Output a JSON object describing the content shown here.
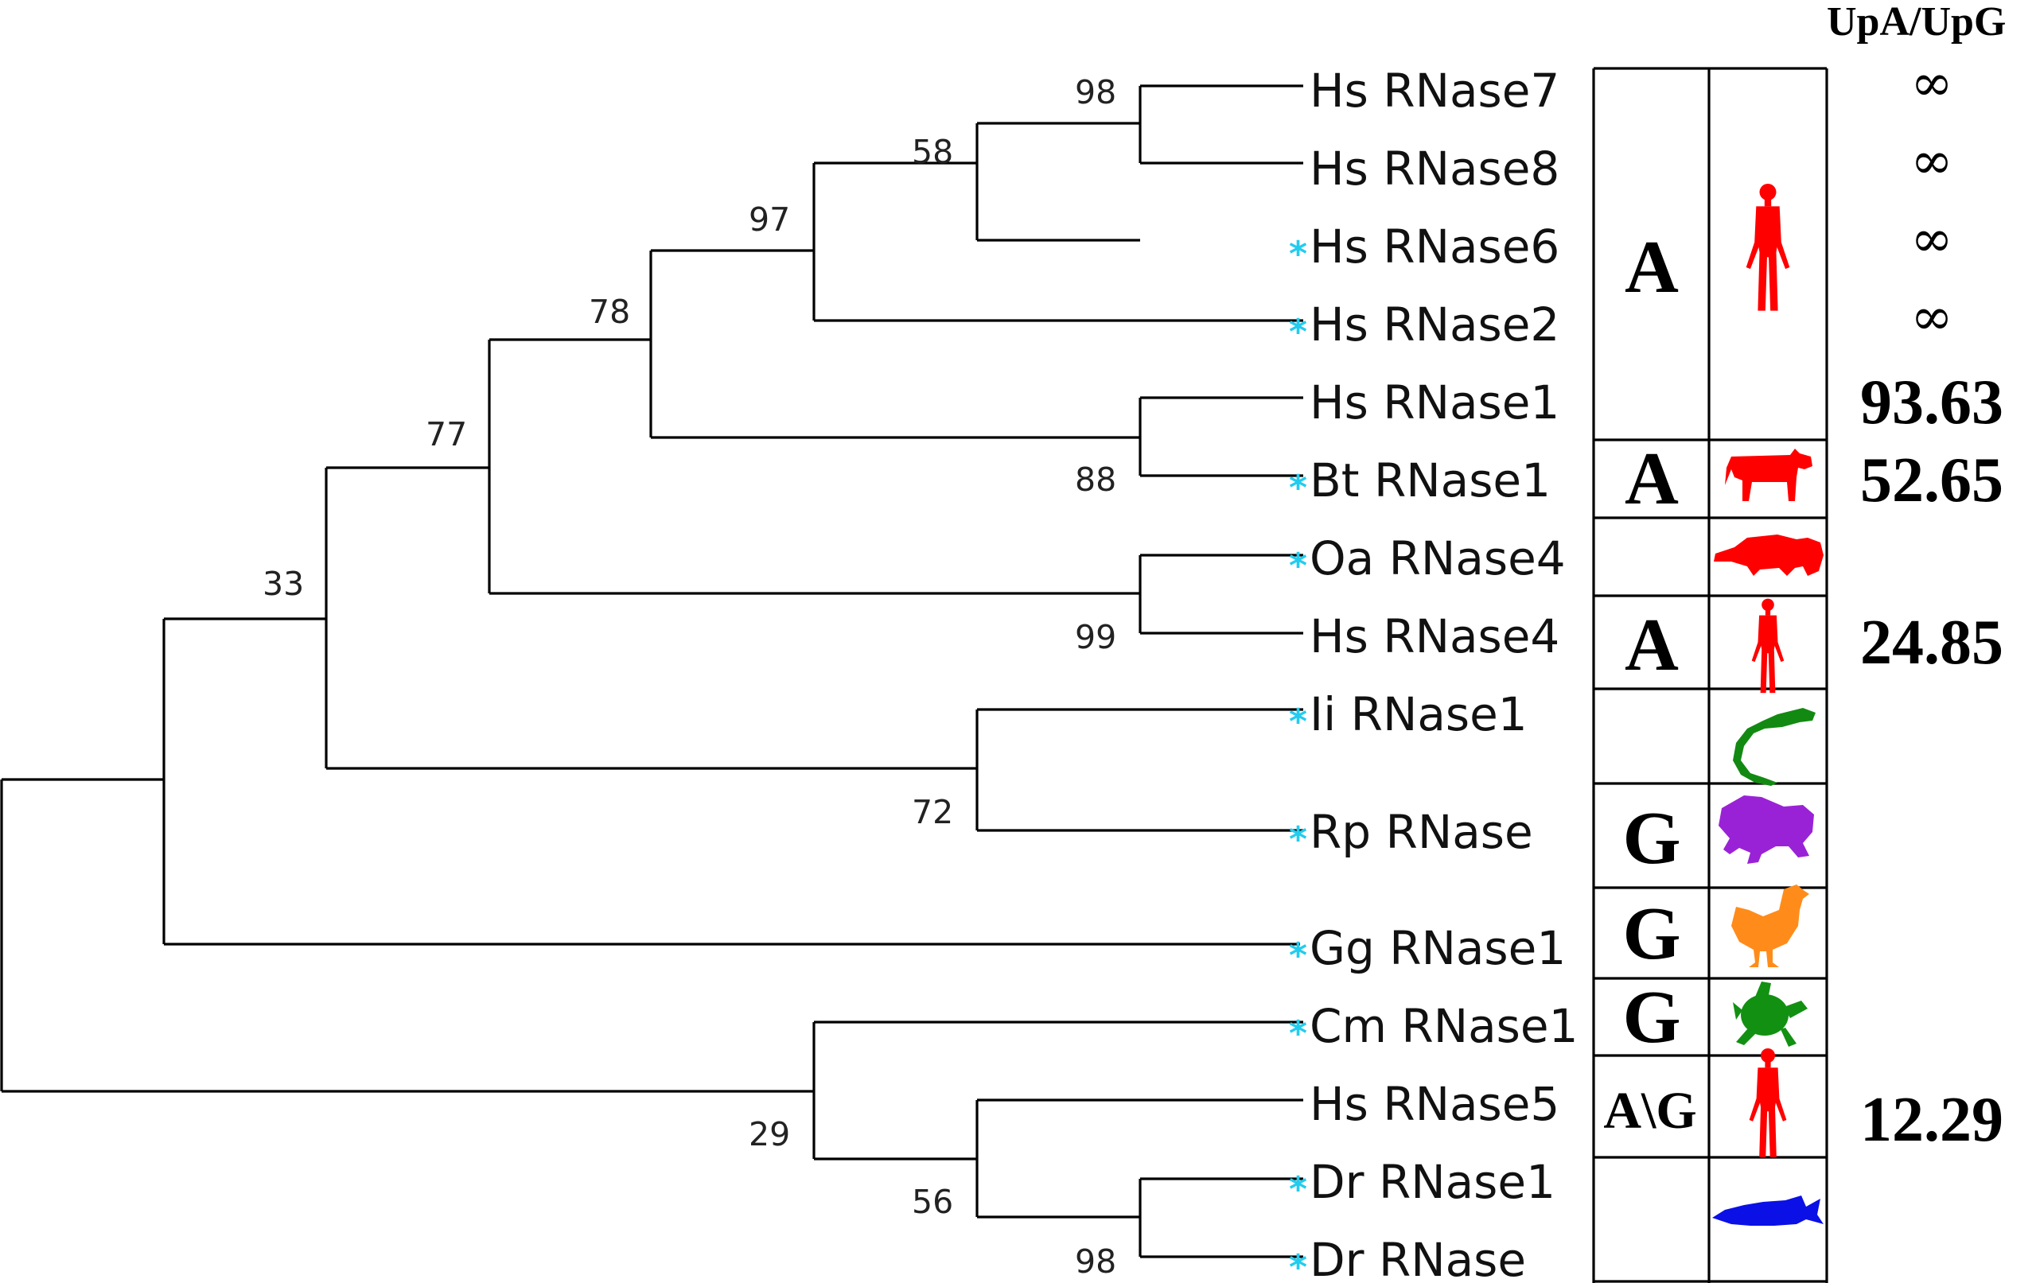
{
  "header": {
    "ratio_label": "UpA/UpG"
  },
  "colors": {
    "star": "#22ccee",
    "human": "#ff0000",
    "cow": "#ff0000",
    "platypus": "#ff0000",
    "iguana": "#128a12",
    "frog": "#9a22d6",
    "chicken": "#ff8c1a",
    "turtle": "#129012",
    "fish": "#0a10e6"
  },
  "leaves": [
    {
      "label": "Hs RNase7",
      "star": false
    },
    {
      "label": "Hs RNase8",
      "star": false
    },
    {
      "label": "Hs RNase6",
      "star": true
    },
    {
      "label": "Hs RNase2",
      "star": true
    },
    {
      "label": "Hs RNase1",
      "star": false
    },
    {
      "label": "Bt RNase1",
      "star": true
    },
    {
      "label": "Oa RNase4",
      "star": true
    },
    {
      "label": "Hs RNase4",
      "star": false
    },
    {
      "label": "Ii RNase1",
      "star": true
    },
    {
      "label": "Rp RNase",
      "star": true
    },
    {
      "label": "Gg RNase1",
      "star": true
    },
    {
      "label": "Cm RNase1",
      "star": true
    },
    {
      "label": "Hs RNase5",
      "star": false
    },
    {
      "label": "Dr RNase1",
      "star": true
    },
    {
      "label": "Dr RNase",
      "star": true
    }
  ],
  "support": [
    "98",
    "58",
    "97",
    "78",
    "88",
    "77",
    "99",
    "33",
    "72",
    "29",
    "56",
    "98"
  ],
  "groups": [
    {
      "nucleotide": "A",
      "organism": "human-icon"
    },
    {
      "nucleotide": "A",
      "organism": "cow-icon"
    },
    {
      "nucleotide": "",
      "organism": "platypus-icon"
    },
    {
      "nucleotide": "A",
      "organism": "human-icon"
    },
    {
      "nucleotide": "",
      "organism": "iguana-icon"
    },
    {
      "nucleotide": "G",
      "organism": "frog-icon"
    },
    {
      "nucleotide": "G",
      "organism": "chicken-icon"
    },
    {
      "nucleotide": "G",
      "organism": "turtle-icon"
    },
    {
      "nucleotide": "A\\G",
      "organism": "human-icon"
    },
    {
      "nucleotide": "",
      "organism": "fish-icon"
    }
  ],
  "ratios": [
    "∞",
    "∞",
    "∞",
    "∞",
    "93.63",
    "52.65",
    "24.85",
    "12.29"
  ]
}
